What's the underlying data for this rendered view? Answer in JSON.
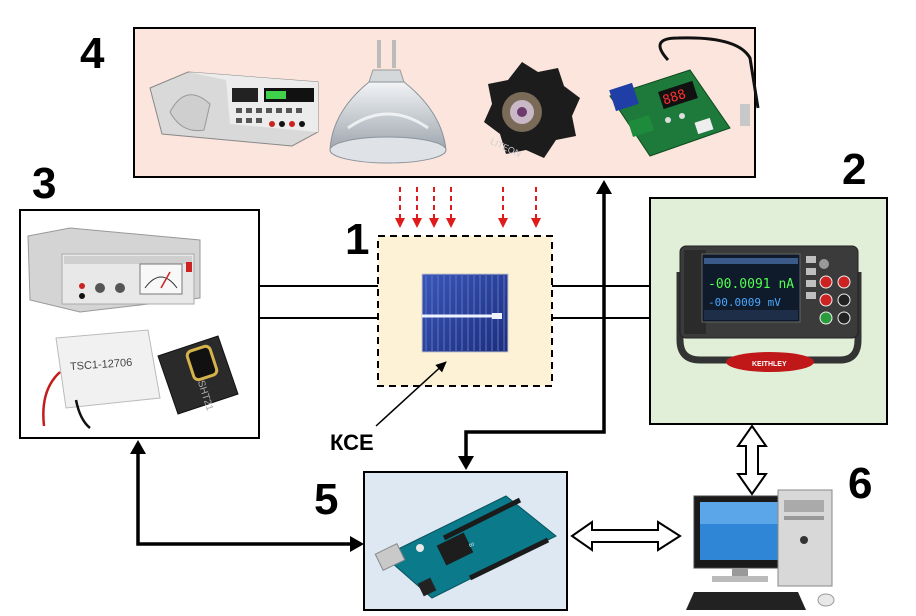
{
  "labels": {
    "n1": "1",
    "n2": "2",
    "n3": "3",
    "n4": "4",
    "n5": "5",
    "n6": "6",
    "kse": "КСЕ"
  },
  "device_text": {
    "psu_panel": "TSC1-12706",
    "sensor_text": "SHT21",
    "keithley_reading_1": "-00.0091 nA",
    "keithley_reading_2": "-00.0009 mV",
    "keithley_brand": "KEITHLEY",
    "led_brand": "LITEON"
  },
  "colors": {
    "box4_fill": "#fbe5dc",
    "box1_fill": "#fdf1d6",
    "box2_fill": "#e2efd8",
    "box5_fill": "#dee8f2",
    "box3_fill": "#ffffff",
    "red_arrows": "#e01b1b",
    "lines": "#000000"
  },
  "icons": {
    "box4": [
      "power-supply-icon",
      "halogen-lamp-icon",
      "led-star-icon",
      "thermostat-board-icon"
    ],
    "box3": [
      "peltier-controller-icon",
      "peltier-module-icon",
      "humidity-sensor-icon"
    ],
    "box1": [
      "solar-cell-icon"
    ],
    "box2": [
      "keithley-sourcemeter-icon"
    ],
    "box5": [
      "arduino-mega-icon"
    ],
    "box6": [
      "desktop-computer-icon"
    ]
  }
}
